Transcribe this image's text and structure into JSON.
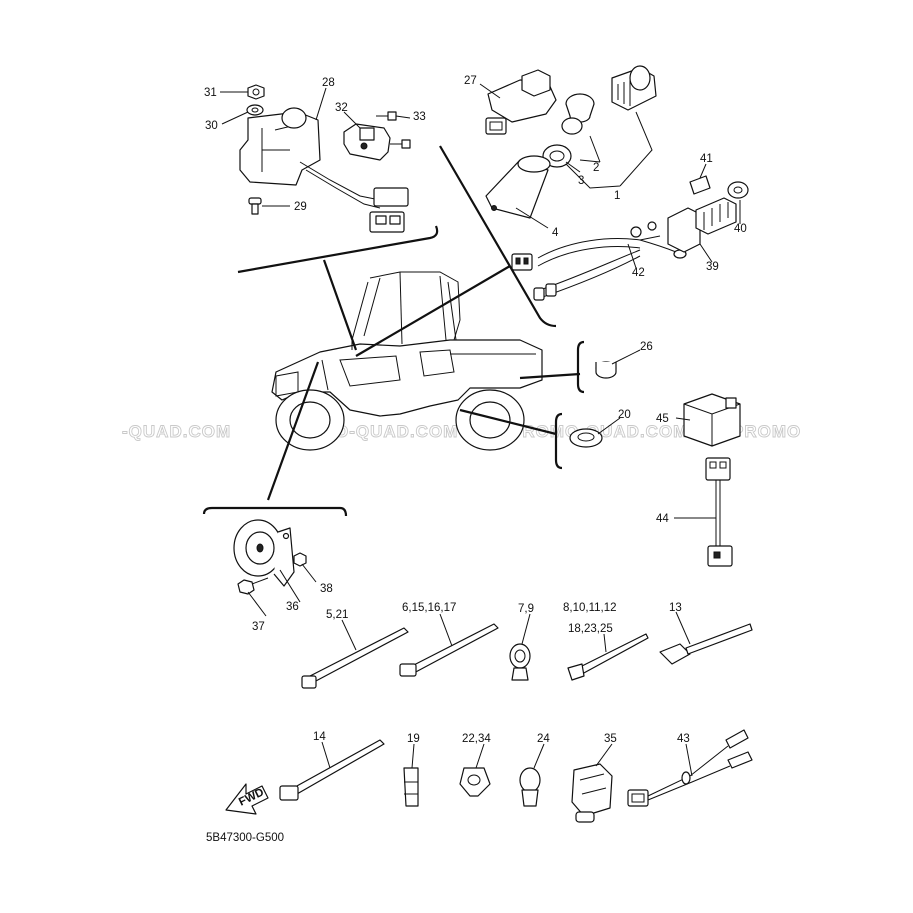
{
  "drawing_number": "5B47300-G500",
  "watermark": [
    "-QUAD.COM",
    "PROMO-QUAD.COM",
    "PROMO-QUAD.COM",
    "PROMO"
  ],
  "fwd_label": "FWD",
  "callouts": {
    "p1": "1",
    "p2": "2",
    "p3": "3",
    "p4": "4",
    "p5_21": "5,21",
    "p6_15_16_17": "6,15,16,17",
    "p7_9": "7,9",
    "p8_10_11_12": "8,10,11,12",
    "p18_23_25": "18,23,25",
    "p13": "13",
    "p14": "14",
    "p19": "19",
    "p20": "20",
    "p22_34": "22,34",
    "p24": "24",
    "p26": "26",
    "p27": "27",
    "p28": "28",
    "p29": "29",
    "p30": "30",
    "p31": "31",
    "p32": "32",
    "p33": "33",
    "p35": "35",
    "p36": "36",
    "p37": "37",
    "p38": "38",
    "p39": "39",
    "p40": "40",
    "p41": "41",
    "p42": "42",
    "p43": "43",
    "p44": "44",
    "p45": "45"
  }
}
